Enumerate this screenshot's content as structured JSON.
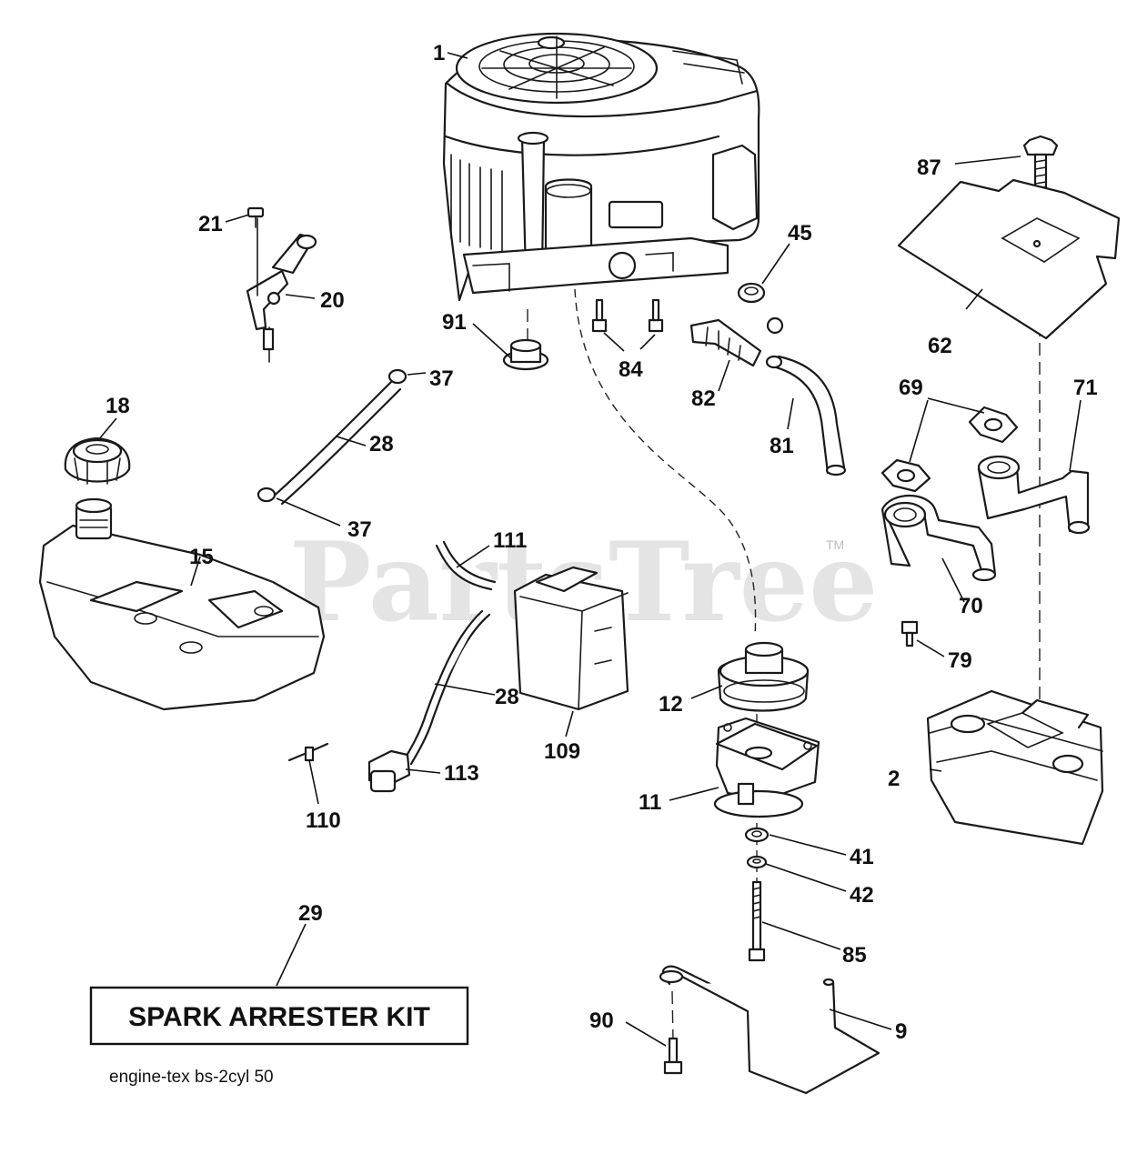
{
  "callouts": {
    "c1": "1",
    "c2": "2",
    "c9": "9",
    "c11": "11",
    "c12": "12",
    "c15": "15",
    "c18": "18",
    "c20": "20",
    "c21": "21",
    "c28a": "28",
    "c28b": "28",
    "c29": "29",
    "c37a": "37",
    "c37b": "37",
    "c41": "41",
    "c42": "42",
    "c45": "45",
    "c62": "62",
    "c69": "69",
    "c70": "70",
    "c71": "71",
    "c79": "79",
    "c81": "81",
    "c82": "82",
    "c84": "84",
    "c85": "85",
    "c87": "87",
    "c90": "90",
    "c91": "91",
    "c109": "109",
    "c110": "110",
    "c111": "111",
    "c113": "113"
  },
  "kit_label": "SPARK ARRESTER KIT",
  "footer": "engine-tex  bs-2cyl  50",
  "watermark": {
    "text": "PartsTree",
    "tm": "TM"
  }
}
